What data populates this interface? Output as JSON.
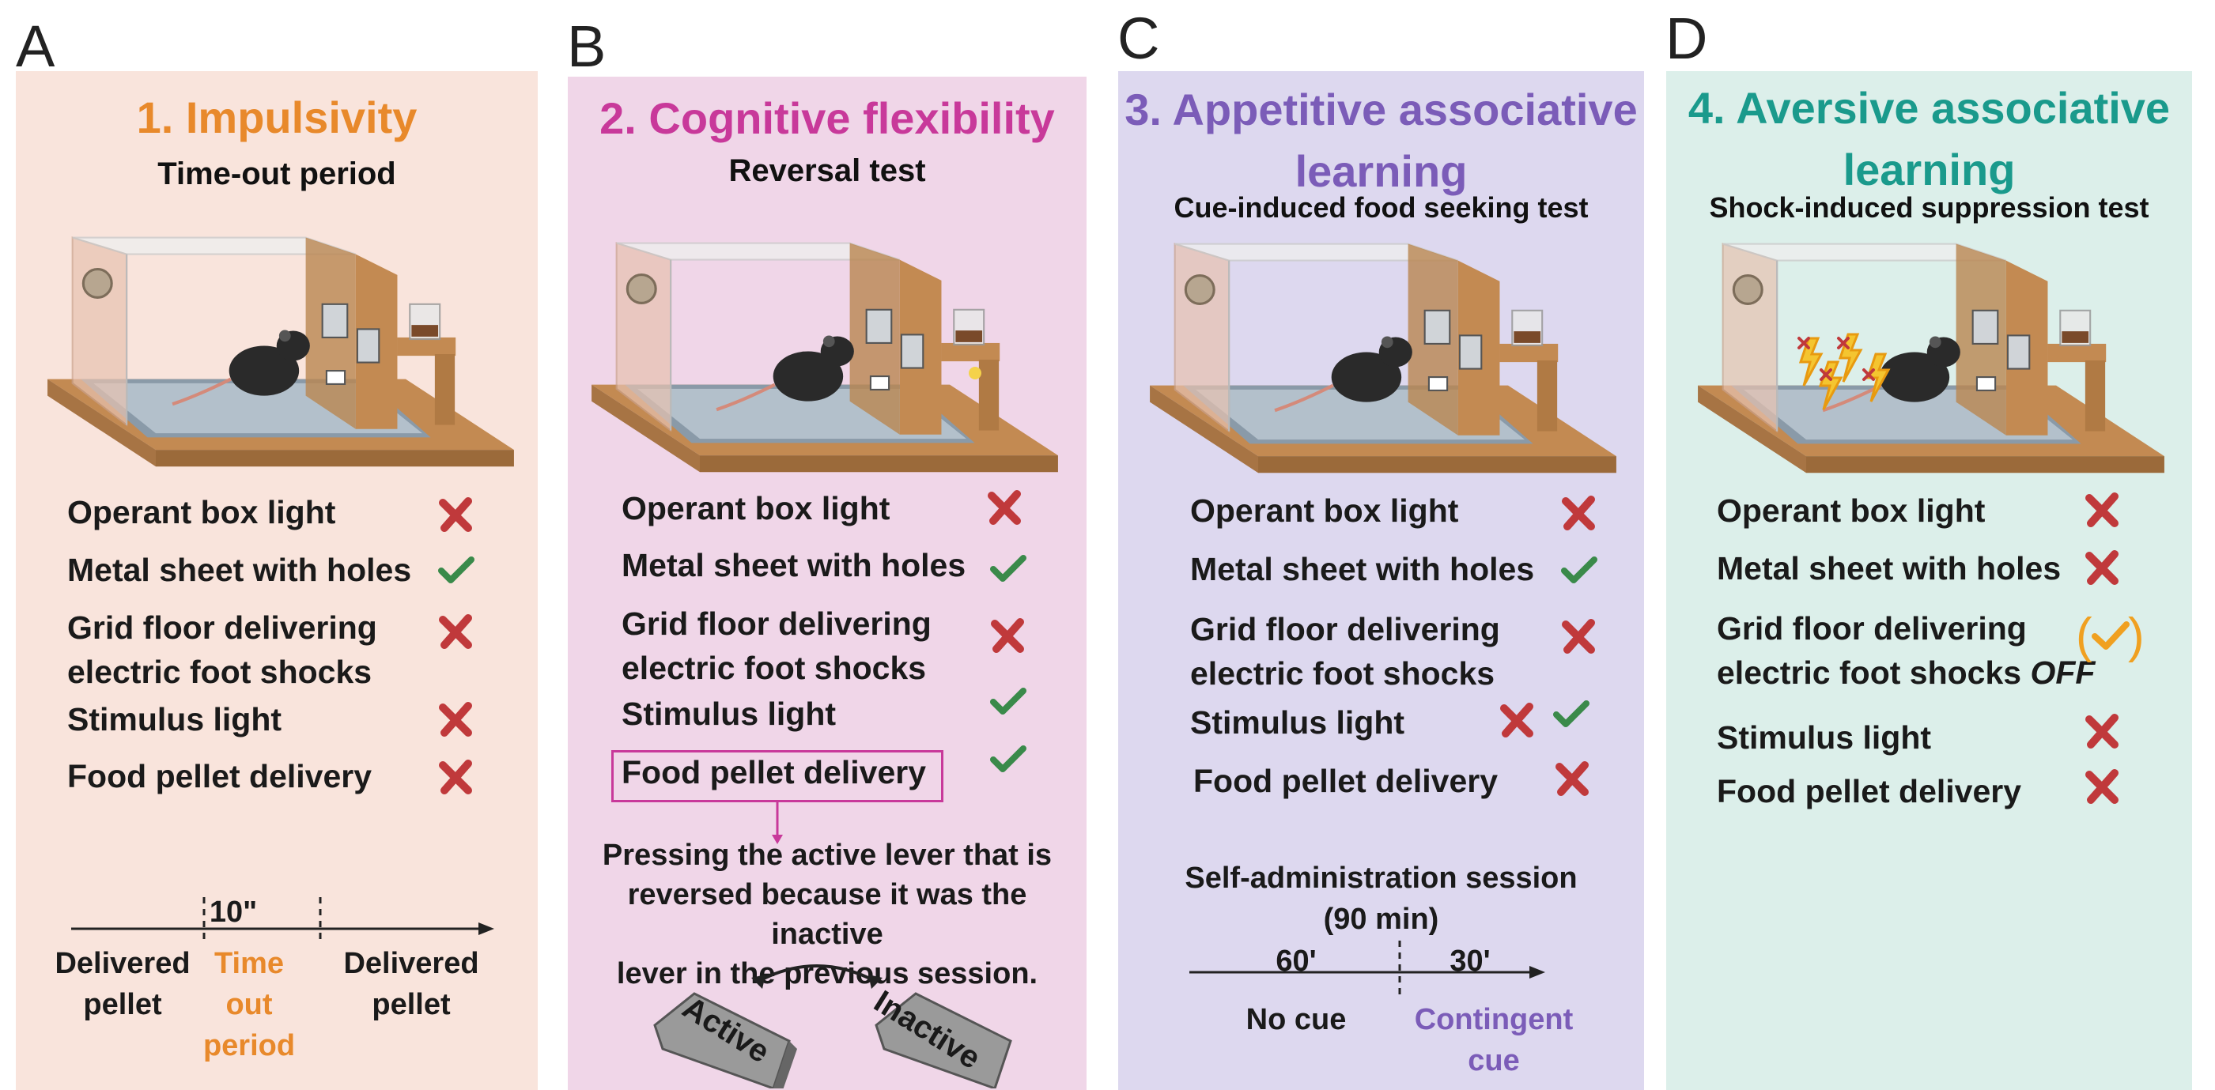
{
  "panels": [
    {
      "letter": "A",
      "title": "1. Impulsivity",
      "subtitle": "Time-out period",
      "title_color": "#e8892b",
      "bg": "#f9e4dc",
      "features": [
        {
          "label": "Operant box light",
          "status": "cross"
        },
        {
          "label": "Metal sheet with holes",
          "status": "check"
        },
        {
          "label_line1": "Grid floor delivering",
          "label_line2": "electric foot shocks",
          "status": "cross"
        },
        {
          "label": "Stimulus light",
          "status": "cross"
        },
        {
          "label": "Food pellet delivery",
          "status": "cross"
        }
      ],
      "timeline": {
        "duration": "10\"",
        "left_label_1": "Delivered",
        "left_label_2": "pellet",
        "mid_label_1": "Time",
        "mid_label_2": "out",
        "mid_label_3": "period",
        "right_label_1": "Delivered",
        "right_label_2": "pellet"
      }
    },
    {
      "letter": "B",
      "title": "2. Cognitive flexibility",
      "subtitle": "Reversal test",
      "title_color": "#c8399a",
      "bg": "#f0d6e8",
      "features": [
        {
          "label": "Operant box light",
          "status": "cross"
        },
        {
          "label": "Metal sheet with holes",
          "status": "check"
        },
        {
          "label_line1": "Grid floor delivering",
          "label_line2": "electric foot shocks",
          "status": "cross"
        },
        {
          "label": "Stimulus light",
          "status": "check"
        },
        {
          "label": "Food pellet delivery",
          "status": "check"
        }
      ],
      "note_1": "Pressing the active lever that is",
      "note_2": "reversed because it was the inactive",
      "note_3": "lever in the previous session.",
      "lever_active": "Active",
      "lever_inactive": "Inactive"
    },
    {
      "letter": "C",
      "title_1": "3. Appetitive associative",
      "title_2": "learning",
      "subtitle": "Cue-induced food seeking test",
      "title_color": "#7b5cb8",
      "bg": "#ddd8ef",
      "features": [
        {
          "label": "Operant box light",
          "status": "cross"
        },
        {
          "label": "Metal sheet with holes",
          "status": "check"
        },
        {
          "label_line1": "Grid floor delivering",
          "label_line2": "electric foot shocks",
          "status": "cross"
        },
        {
          "label": "Stimulus light",
          "status": "cross-check"
        },
        {
          "label": "Food pellet delivery",
          "status": "cross"
        }
      ],
      "session_1": "Self-administration session",
      "session_2": "(90 min)",
      "timeline": {
        "first": "60'",
        "second": "30'",
        "left_label": "No cue",
        "right_label_1": "Contingent",
        "right_label_2": "cue"
      }
    },
    {
      "letter": "D",
      "title_1": "4. Aversive associative",
      "title_2": "learning",
      "subtitle": "Shock-induced suppression test",
      "title_color": "#1a9a8c",
      "bg": "#dcefea",
      "features": [
        {
          "label": "Operant box light",
          "status": "cross"
        },
        {
          "label": "Metal sheet with holes",
          "status": "cross"
        },
        {
          "label_line1": "Grid floor delivering",
          "label_line2": "electric foot shocks",
          "label_suffix": "OFF",
          "status": "paren-check"
        },
        {
          "label": "Stimulus light",
          "status": "cross"
        },
        {
          "label": "Food pellet delivery",
          "status": "cross"
        }
      ]
    }
  ],
  "colors": {
    "cross": "#c0393b",
    "check": "#3a8a4a",
    "paren_check": "#f0a020",
    "wood": "#c38a52",
    "wood_dark": "#9b6a3a"
  }
}
